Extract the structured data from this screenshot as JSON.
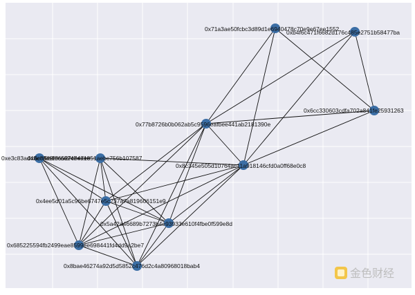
{
  "graph": {
    "colors": {
      "background": "#eaeaf2",
      "grid": "#ffffff",
      "edge": "#111111",
      "node": "#3b6ea5",
      "label": "#111111"
    },
    "nodes": [
      {
        "id": "n1",
        "label": "0x71a3ae50fcbc3d89d1e6940478c70e9e67ee1552"
      },
      {
        "id": "n2",
        "label": "0xb4f6c471f6682d176c485e2751b58477ba"
      },
      {
        "id": "n3",
        "label": "0x6cc330603cdfa702a841fe25931263"
      },
      {
        "id": "n4",
        "label": "0x77b8726b0b062ab5c9596eafbee441ab2181390e"
      },
      {
        "id": "n5",
        "label": "0xe3c83ad48e8f8b1d6527cb47ee"
      },
      {
        "id": "n6",
        "label": "0x6cc4d9f8ca6247ea1851aebc756b107587"
      },
      {
        "id": "n7",
        "label": "0x8c345e505d10764ac11a918146cfd0a0ff68e0c8"
      },
      {
        "id": "n8",
        "label": "0x4ee5d01a5c96be6747e5c237a7a819606151e9"
      },
      {
        "id": "n9",
        "label": "0x5a42a46689b7273b4e93933e610f4fbe0f599e8d"
      },
      {
        "id": "n10",
        "label": "0x685225594fb2499eae8599ee698441fd4dd9a2be7"
      },
      {
        "id": "n11",
        "label": "0x8bae46274a92d5d5852c476d2c4a80968018bab4"
      }
    ],
    "edges": [
      [
        "n1",
        "n4"
      ],
      [
        "n1",
        "n7"
      ],
      [
        "n1",
        "n3"
      ],
      [
        "n2",
        "n4"
      ],
      [
        "n2",
        "n7"
      ],
      [
        "n2",
        "n3"
      ],
      [
        "n3",
        "n4"
      ],
      [
        "n3",
        "n7"
      ],
      [
        "n4",
        "n7"
      ],
      [
        "n4",
        "n8"
      ],
      [
        "n4",
        "n9"
      ],
      [
        "n4",
        "n10"
      ],
      [
        "n4",
        "n11"
      ],
      [
        "n5",
        "n6"
      ],
      [
        "n5",
        "n8"
      ],
      [
        "n5",
        "n9"
      ],
      [
        "n5",
        "n10"
      ],
      [
        "n5",
        "n11"
      ],
      [
        "n6",
        "n8"
      ],
      [
        "n6",
        "n9"
      ],
      [
        "n6",
        "n10"
      ],
      [
        "n6",
        "n11"
      ],
      [
        "n6",
        "n7"
      ],
      [
        "n7",
        "n8"
      ],
      [
        "n7",
        "n9"
      ],
      [
        "n7",
        "n10"
      ],
      [
        "n7",
        "n11"
      ],
      [
        "n8",
        "n9"
      ],
      [
        "n8",
        "n10"
      ],
      [
        "n8",
        "n11"
      ],
      [
        "n9",
        "n10"
      ],
      [
        "n9",
        "n11"
      ],
      [
        "n10",
        "n11"
      ]
    ]
  },
  "watermark": {
    "text": "金色财经"
  }
}
